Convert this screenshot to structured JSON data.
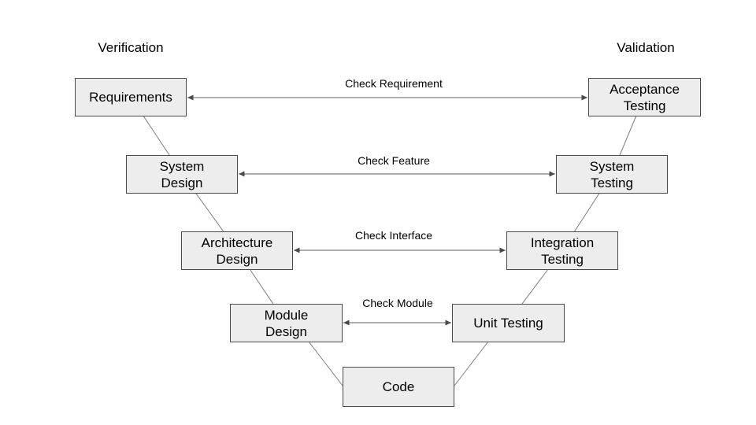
{
  "diagram": {
    "title_left": "Verification",
    "title_right": "Validation",
    "boxes": [
      {
        "id": "requirements",
        "label": "Requirements"
      },
      {
        "id": "system-design",
        "label": "System\nDesign"
      },
      {
        "id": "architecture-design",
        "label": "Architecture\nDesign"
      },
      {
        "id": "module-design",
        "label": "Module\nDesign"
      },
      {
        "id": "code",
        "label": "Code"
      },
      {
        "id": "unit-testing",
        "label": "Unit Testing"
      },
      {
        "id": "integration-testing",
        "label": "Integration\nTesting"
      },
      {
        "id": "system-testing",
        "label": "System\nTesting"
      },
      {
        "id": "acceptance-testing",
        "label": "Acceptance\nTesting"
      }
    ],
    "connectors": [
      {
        "id": "check-requirement",
        "label": "Check Requirement"
      },
      {
        "id": "check-feature",
        "label": "Check Feature"
      },
      {
        "id": "check-interface",
        "label": "Check Interface"
      },
      {
        "id": "check-module",
        "label": "Check Module"
      }
    ],
    "colors": {
      "box_fill": "#ededed",
      "box_border": "#4a4a4a",
      "diagonal_line": "#7d7d7d",
      "arrow_line": "#5c5c5c",
      "arrowhead": "#4a4a4a",
      "text": "#000000",
      "background": "#ffffff"
    }
  }
}
